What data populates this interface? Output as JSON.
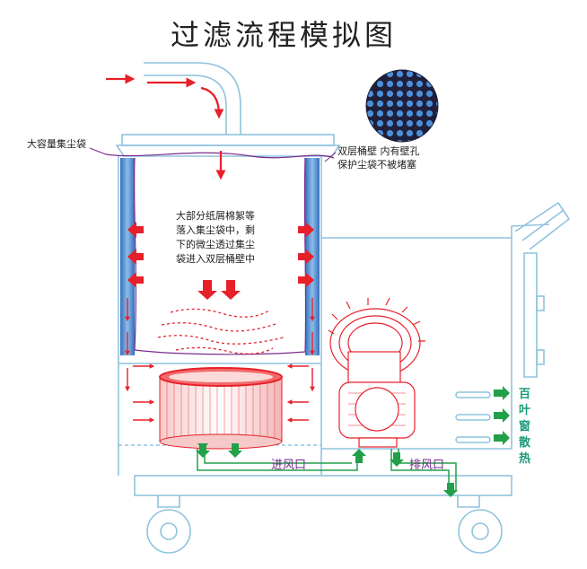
{
  "title": "过滤流程模拟图",
  "labels": {
    "dust_bag": "大容量集尘袋",
    "double_wall_line1": "双层桶壁  内有壁孔",
    "double_wall_line2": "保护尘袋不被堵塞",
    "process_line1": "大部分纸屑棉絮等",
    "process_line2": "落入集尘袋中，剩",
    "process_line3": "下的微尘透过集尘",
    "process_line4": "袋进入双层桶壁中",
    "intake": "进风口",
    "exhaust": "排风口",
    "louver": [
      "百",
      "叶",
      "窗",
      "散",
      "热"
    ]
  },
  "colors": {
    "outline": "#8fc3de",
    "arrow_red": "#e8202a",
    "arrow_green": "#22a049",
    "purple": "#7a2a8c",
    "wall_blue": "#2b6fc0",
    "filter_red": "#e8202a",
    "louver_text": "#1a9a7a",
    "title_text": "#222222"
  },
  "icons": {
    "mesh": "perforated-mesh-icon",
    "blower": "blower-motor-icon",
    "wheel": "caster-wheel-icon"
  }
}
